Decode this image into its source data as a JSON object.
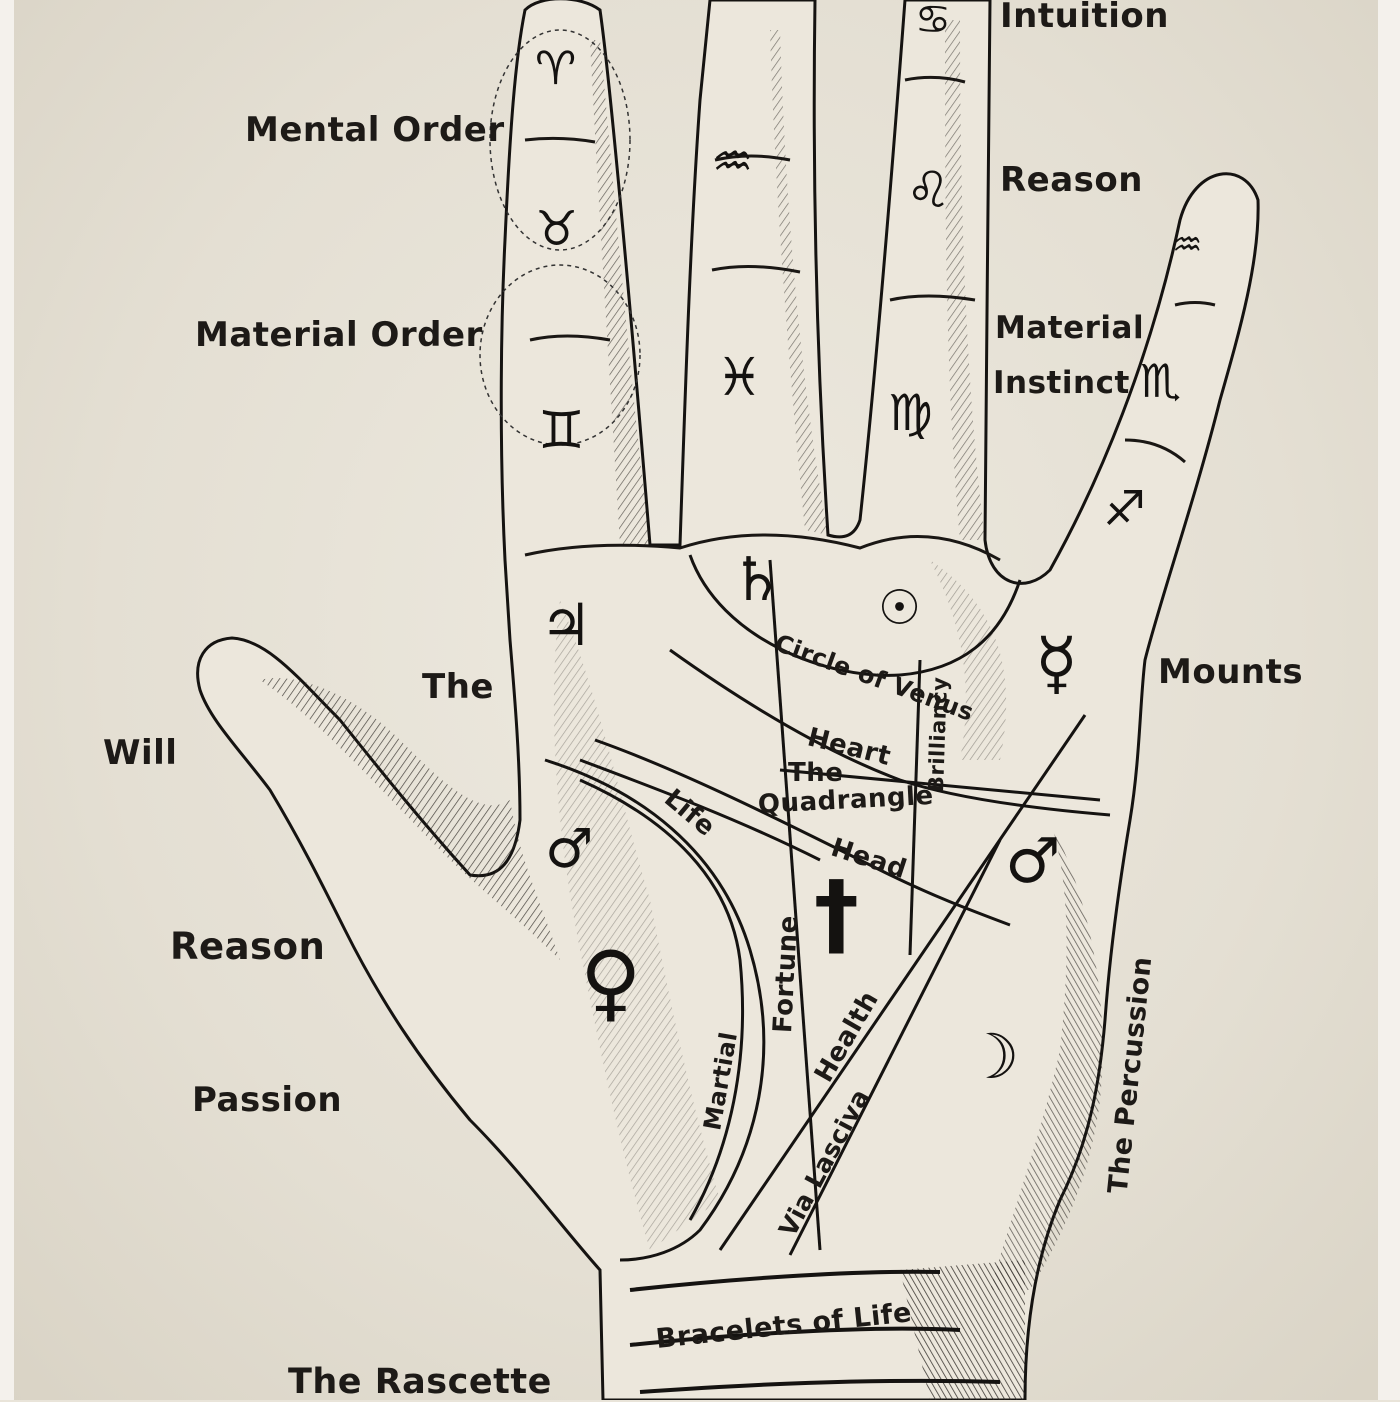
{
  "labels": {
    "intuition": "Intuition",
    "mental_order": "Mental Order",
    "reason_top": "Reason",
    "material_order": "Material Order",
    "material_instinct_1": "Material",
    "material_instinct_2": "Instinct",
    "the": "The",
    "mounts": "Mounts",
    "will": "Will",
    "reason_thumb": "Reason",
    "passion": "Passion",
    "the_rascette": "The Rascette"
  },
  "palm_labels": {
    "circle_of_venus": "Circle of Venus",
    "heart": "Heart",
    "the": "The",
    "quadrangle": "Quadrangle",
    "brilliancy": "Brilliancy",
    "life": "Life",
    "head": "Head",
    "fortune": "Fortune",
    "health": "Health",
    "martial": "Martial",
    "via_lasciva": "Via Lasciva",
    "the_percussion": "The Percussion",
    "bracelets_of_life": "Bracelets of Life"
  },
  "symbols": {
    "aries": "♈",
    "taurus": "♉",
    "gemini": "♊",
    "cancer": "♋",
    "leo": "♌",
    "virgo": "♍",
    "scorpio": "♏",
    "sagittarius": "♐",
    "aquarius": "♒",
    "pisces": "♓",
    "jupiter": "♃",
    "saturn": "♄",
    "sun": "☉",
    "mercury": "☿",
    "mars_thumb": "♂",
    "mars_plain": "♂",
    "venus": "♀",
    "moon": "☽",
    "dagger": "†"
  }
}
